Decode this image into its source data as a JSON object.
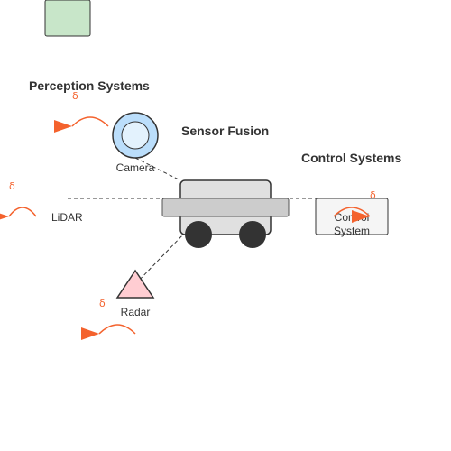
{
  "colors": {
    "accent": "#f4622d",
    "text": "#333333",
    "legend_box_fill": "#c8e6c9",
    "camera_fill": "#bbdefb",
    "radar_fill": "#ffcdd2",
    "vehicle_body": "#e0e0e0",
    "vehicle_bumper": "#cccccc",
    "wheel": "#333333",
    "control_box_fill": "#f5f5f5"
  },
  "headings": {
    "perception": "Perception Systems",
    "fusion": "Sensor Fusion",
    "control": "Control Systems"
  },
  "sensors": {
    "camera": "Camera",
    "lidar": "LiDAR",
    "radar": "Radar"
  },
  "control_system": {
    "line1": "Control",
    "line2": "System"
  },
  "symbols": {
    "delta": "δ"
  }
}
